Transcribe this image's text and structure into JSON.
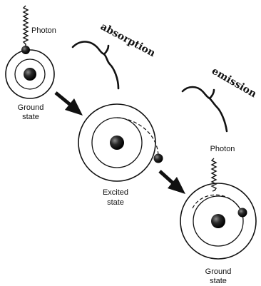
{
  "labels": {
    "photon_in": "Photon",
    "ground1_line1": "Ground",
    "ground1_line2": "state",
    "absorption": "absorption",
    "excited_line1": "Excited",
    "excited_line2": "state",
    "emission": "emission",
    "photon_out": "Photon",
    "ground2_line1": "Ground",
    "ground2_line2": "state"
  },
  "colors": {
    "ink": "#111111",
    "nucleus": "#1a1a1a",
    "background": "#ffffff"
  }
}
